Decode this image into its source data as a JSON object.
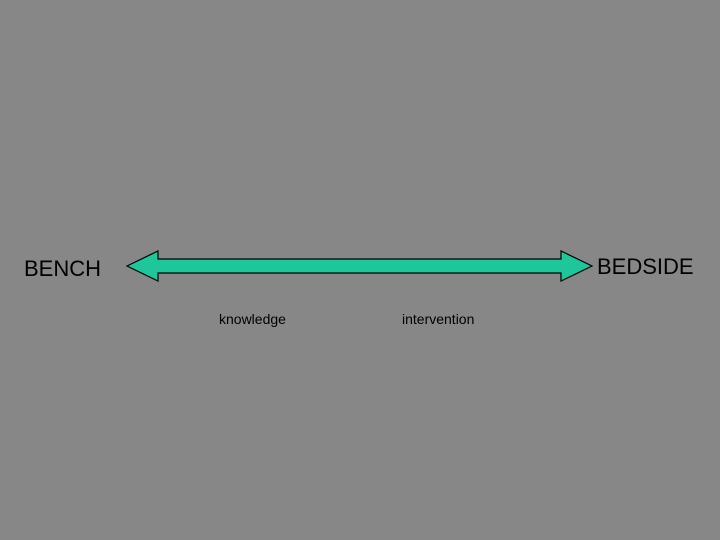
{
  "diagram": {
    "left_label": "BENCH",
    "right_label": "BEDSIDE",
    "annotations": [
      "knowledge",
      "intervention"
    ],
    "arrow": {
      "direction": "bidirectional",
      "fill_color": "#1ec79a",
      "stroke_color": "#000000"
    },
    "background_color": "#878787"
  }
}
